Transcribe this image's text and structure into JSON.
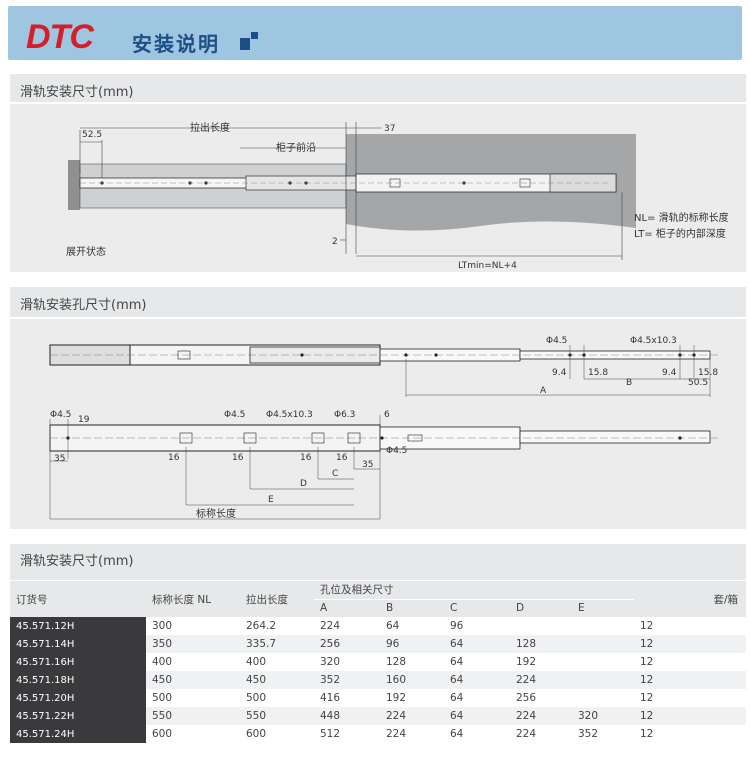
{
  "header": {
    "logo": "DTC",
    "title": "安装说明"
  },
  "section1": {
    "title": "滑轨安装尺寸(mm)",
    "labels": {
      "dim_52_5": "52.5",
      "pull_length": "拉出长度",
      "dim_37": "37",
      "cabinet_front": "柜子前沿",
      "dim_2": "2",
      "expanded": "展开状态",
      "lt_formula": "LTmin=NL+4",
      "nl_def": "NL=  滑轨的标称长度",
      "lt_def": "LT=  柜子的内部深度"
    }
  },
  "section2": {
    "title": "滑轨安装孔尺寸(mm)",
    "labels": {
      "phi45_a": "Φ4.5",
      "phi45x103_a": "Φ4.5x10.3",
      "d94_a": "9.4",
      "d158_a": "15.8",
      "d94_b": "9.4",
      "d158_b": "15.8",
      "d505": "50.5",
      "A": "A",
      "B": "B",
      "phi45_b": "Φ4.5",
      "d19": "19",
      "phi45_c": "Φ4.5",
      "phi45x103_b": "Φ4.5x10.3",
      "phi63": "Φ6.3",
      "d6": "6",
      "d35_a": "35",
      "d16_a": "16",
      "d16_b": "16",
      "d16_c": "16",
      "d16_d": "16",
      "d35_b": "35",
      "phi45_d": "Φ4.5",
      "C": "C",
      "D": "D",
      "E": "E",
      "nominal_length": "标称长度"
    }
  },
  "section3": {
    "title": "滑轨安装尺寸(mm)",
    "headers": {
      "order_no": "订货号",
      "nominal": "标称长度 NL",
      "pull": "拉出长度",
      "holes": "孔位及相关尺寸",
      "set_box": "套/箱",
      "cols": [
        "A",
        "B",
        "C",
        "D",
        "E"
      ]
    },
    "rows": [
      {
        "code": "45.571.12H",
        "nl": "300",
        "pull": "264.2",
        "A": "224",
        "B": "64",
        "C": "96",
        "D": "",
        "E": "",
        "qty": "12"
      },
      {
        "code": "45.571.14H",
        "nl": "350",
        "pull": "335.7",
        "A": "256",
        "B": "96",
        "C": "64",
        "D": "128",
        "E": "",
        "qty": "12"
      },
      {
        "code": "45.571.16H",
        "nl": "400",
        "pull": "400",
        "A": "320",
        "B": "128",
        "C": "64",
        "D": "192",
        "E": "",
        "qty": "12"
      },
      {
        "code": "45.571.18H",
        "nl": "450",
        "pull": "450",
        "A": "352",
        "B": "160",
        "C": "64",
        "D": "224",
        "E": "",
        "qty": "12"
      },
      {
        "code": "45.571.20H",
        "nl": "500",
        "pull": "500",
        "A": "416",
        "B": "192",
        "C": "64",
        "D": "256",
        "E": "",
        "qty": "12"
      },
      {
        "code": "45.571.22H",
        "nl": "550",
        "pull": "550",
        "A": "448",
        "B": "224",
        "C": "64",
        "D": "224",
        "E": "320",
        "qty": "12"
      },
      {
        "code": "45.571.24H",
        "nl": "600",
        "pull": "600",
        "A": "512",
        "B": "224",
        "C": "64",
        "D": "224",
        "E": "352",
        "qty": "12"
      }
    ]
  }
}
